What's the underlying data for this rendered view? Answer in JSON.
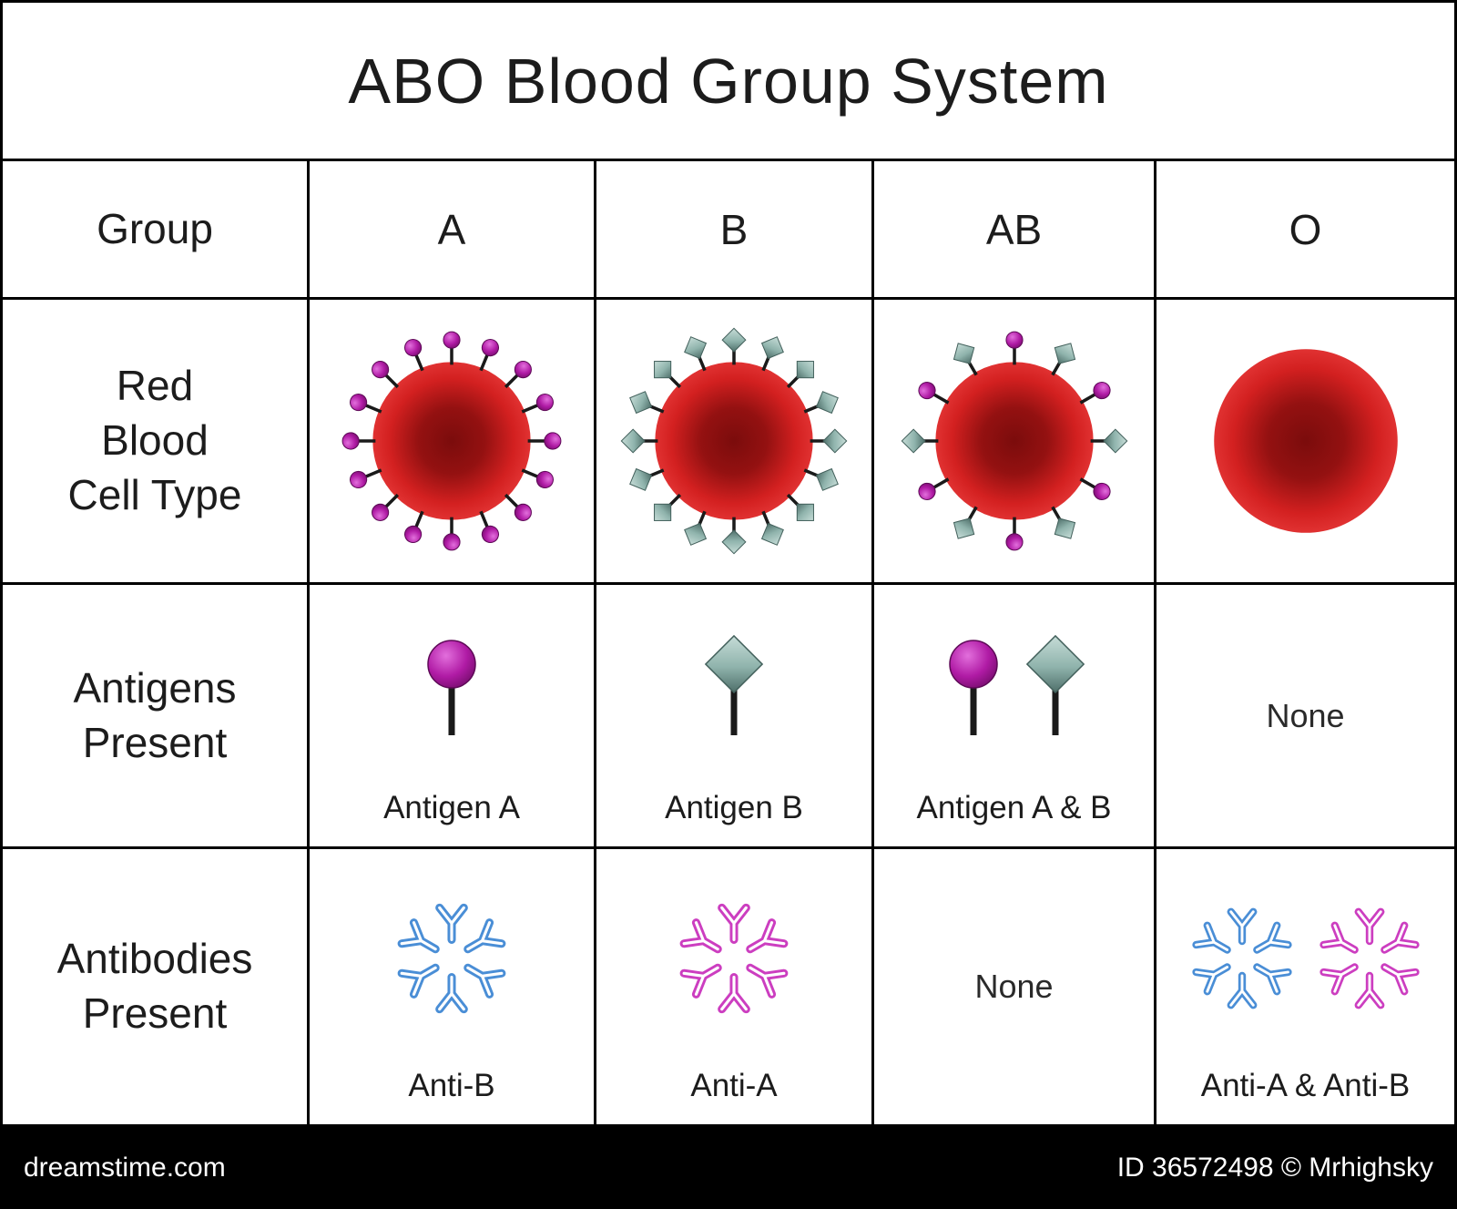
{
  "title": "ABO Blood Group System",
  "table": {
    "row_labels": {
      "group": "Group",
      "rbc": "Red\nBlood\nCell Type",
      "antigens": "Antigens\nPresent",
      "antibodies": "Antibodies\nPresent"
    },
    "groups": [
      "A",
      "B",
      "AB",
      "O"
    ],
    "antigens": [
      "Antigen A",
      "Antigen B",
      "Antigen A & B",
      "None"
    ],
    "antibodies": [
      "Anti-B",
      "Anti-A",
      "None",
      "Anti-A & Anti-B"
    ]
  },
  "colors": {
    "antigen_a": "#b01ba5",
    "antigen_b": "#8fb3ac",
    "anti_a": "#cc3ec0",
    "anti_b": "#4a8ed6",
    "rbc_red": "#d32020",
    "table_line": "#000000",
    "text": "#1f1f1f",
    "footer_bg": "#000000"
  },
  "watermark_text": "dreamstime",
  "footer": {
    "left": "dreamstime.com",
    "right": "ID 36572498 © Mrhighsky"
  }
}
